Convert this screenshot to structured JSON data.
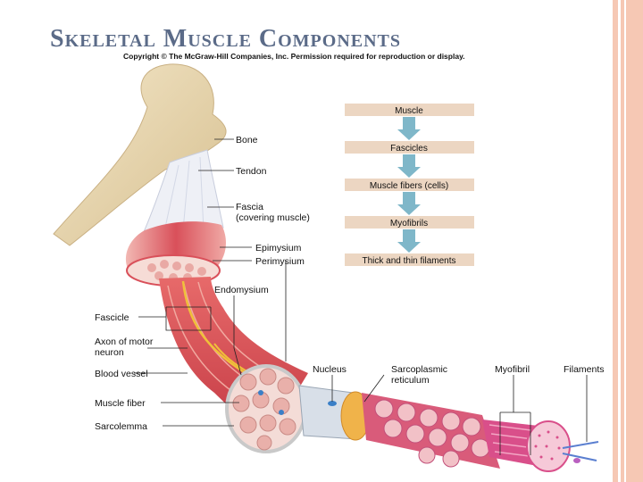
{
  "title": "Skeletal Muscle Components",
  "copyright": "Copyright © The McGraw-Hill Companies, Inc. Permission required for reproduction or display.",
  "hierarchy": [
    "Muscle",
    "Fascicles",
    "Muscle fibers (cells)",
    "Myofibrils",
    "Thick and thin filaments"
  ],
  "labels": {
    "bone": "Bone",
    "tendon": "Tendon",
    "fascia_1": "Fascia",
    "fascia_2": "(covering muscle)",
    "epimysium": "Epimysium",
    "perimysium": "Perimysium",
    "endomysium": "Endomysium",
    "fascicle": "Fascicle",
    "axon_1": "Axon of motor",
    "axon_2": "neuron",
    "blood_vessel": "Blood vessel",
    "muscle_fiber": "Muscle fiber",
    "sarcolemma": "Sarcolemma",
    "nucleus": "Nucleus",
    "sr_1": "Sarcoplasmic",
    "sr_2": "reticulum",
    "myofibril": "Myofibril",
    "filaments": "Filaments"
  },
  "colors": {
    "title": "#5b6b88",
    "box": "#ecd6c2",
    "arrow": "#7fb7c9",
    "stripe": "#f6c8b4",
    "muscle": "#d9505a",
    "bone": "#e9d8b4"
  }
}
